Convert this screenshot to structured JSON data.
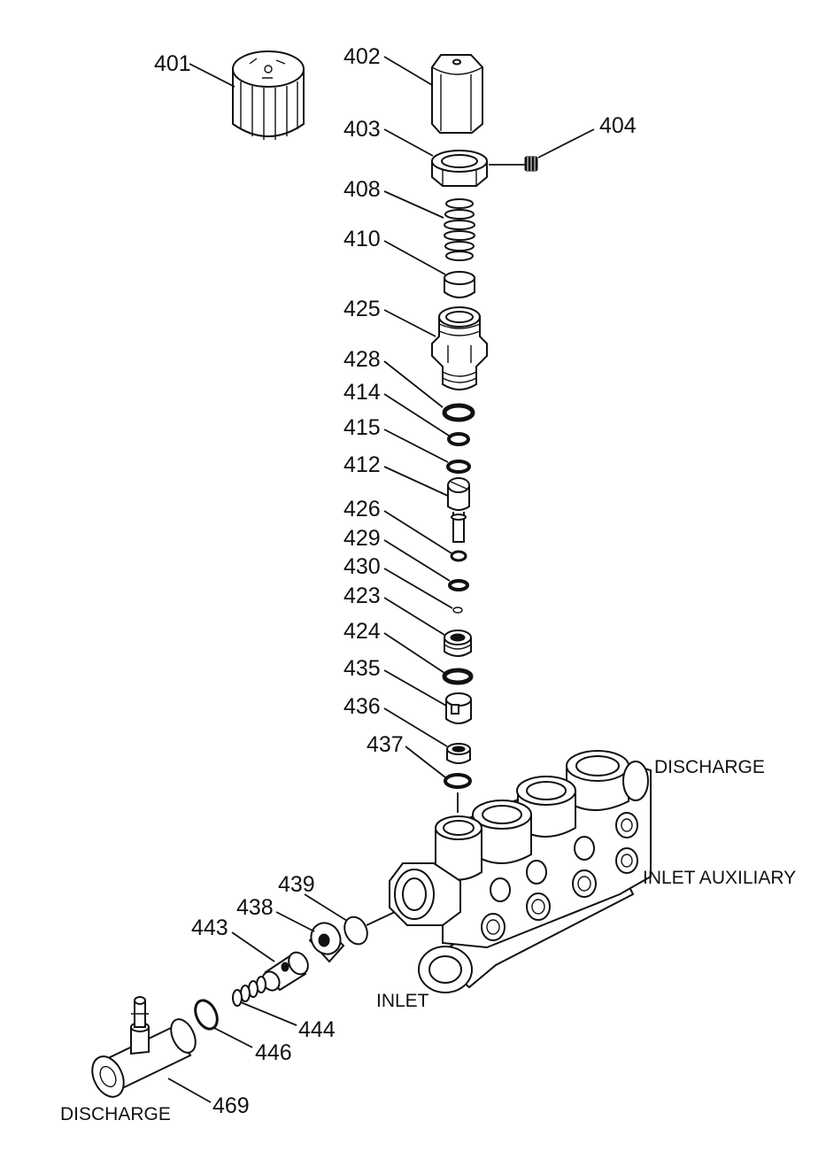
{
  "parts": [
    {
      "id": "401"
    },
    {
      "id": "402"
    },
    {
      "id": "403"
    },
    {
      "id": "404"
    },
    {
      "id": "408"
    },
    {
      "id": "410"
    },
    {
      "id": "425"
    },
    {
      "id": "428"
    },
    {
      "id": "414"
    },
    {
      "id": "415"
    },
    {
      "id": "412"
    },
    {
      "id": "426"
    },
    {
      "id": "429"
    },
    {
      "id": "430"
    },
    {
      "id": "423"
    },
    {
      "id": "424"
    },
    {
      "id": "435"
    },
    {
      "id": "436"
    },
    {
      "id": "437"
    },
    {
      "id": "439"
    },
    {
      "id": "438"
    },
    {
      "id": "443"
    },
    {
      "id": "444"
    },
    {
      "id": "446"
    },
    {
      "id": "469"
    }
  ],
  "labels": {
    "discharge_top": "DISCHARGE",
    "inlet_auxiliary": "INLET AUXILIARY",
    "inlet": "INLET",
    "discharge_bottom": "DISCHARGE"
  }
}
